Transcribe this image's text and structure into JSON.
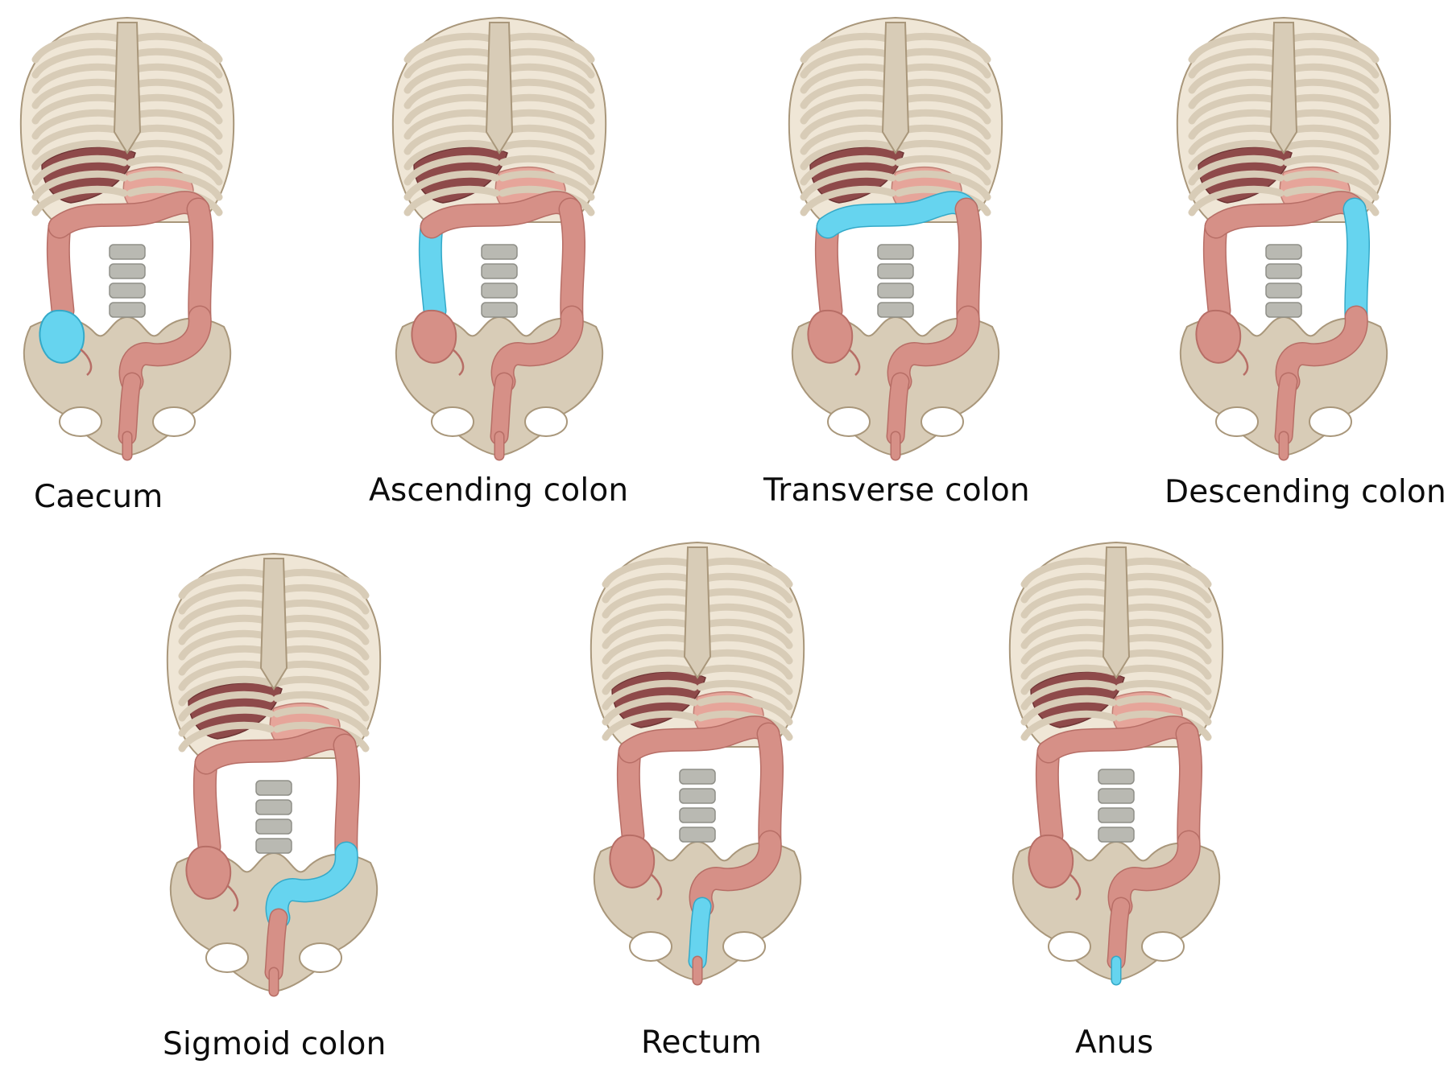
{
  "colors": {
    "bone": "#d8ccb7",
    "bone_edge": "#a9977b",
    "liver": "#8e4a4a",
    "stomach": "#e6a59a",
    "colon": "#d69087",
    "colon_edge": "#b76e66",
    "highlight": "#66d4ef",
    "highlight_edge": "#34a9c8",
    "vertebra": "#b9b9b2"
  },
  "panels": [
    {
      "label": "Caecum",
      "highlight": "caecum"
    },
    {
      "label": "Ascending colon",
      "highlight": "ascending"
    },
    {
      "label": "Transverse colon",
      "highlight": "transverse"
    },
    {
      "label": "Descending colon",
      "highlight": "descending"
    },
    {
      "label": "Sigmoid colon",
      "highlight": "sigmoid"
    },
    {
      "label": "Rectum",
      "highlight": "rectum"
    },
    {
      "label": "Anus",
      "highlight": "anus"
    }
  ]
}
